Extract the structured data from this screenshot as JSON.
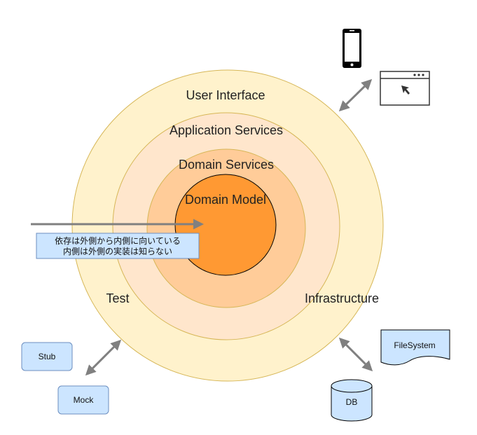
{
  "rings": {
    "user_interface": "User Interface",
    "application_services": "Application Services",
    "domain_services": "Domain Services",
    "domain_model": "Domain Model",
    "test": "Test",
    "infrastructure": "Infrastructure"
  },
  "note": {
    "line1": "依存は外側から内側に向いている",
    "line2": "内側は外側の実装は知らない"
  },
  "boxes": {
    "stub": "Stub",
    "mock": "Mock",
    "filesystem": "FileSystem",
    "db": "DB"
  },
  "icons": {
    "phone": "smartphone-icon",
    "browser": "browser-window-icon",
    "cursor": "cursor-icon"
  },
  "colors": {
    "ui_ring": "#fff2cc",
    "app_ring": "#ffe6cc",
    "domain_services_ring": "#ffcc99",
    "domain_model": "#ff9933",
    "ring_stroke": "#d6b656",
    "box_fill": "#cce5ff",
    "box_stroke": "#6c8ebf",
    "arrow": "#808080"
  }
}
